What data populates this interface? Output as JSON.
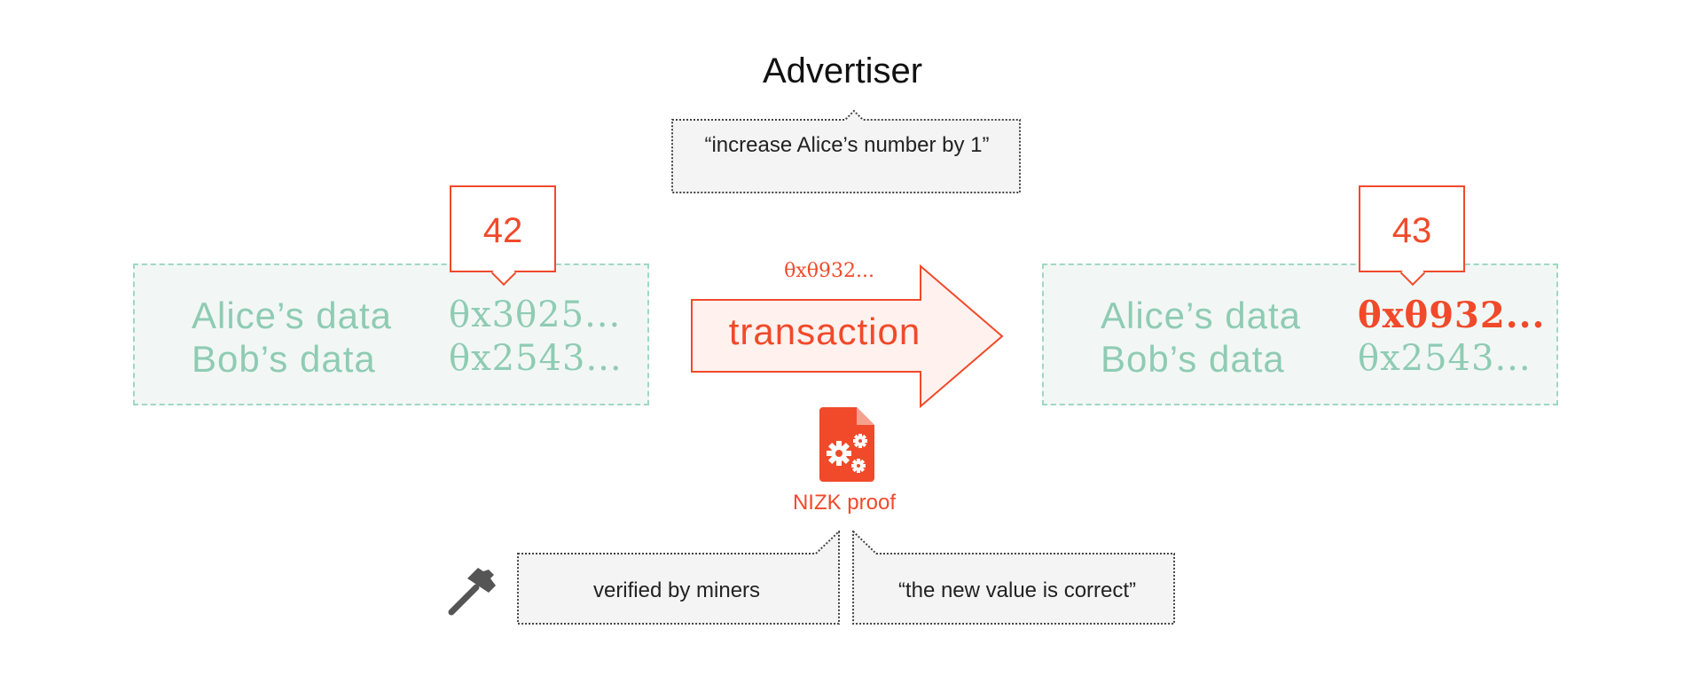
{
  "title": "Advertiser",
  "instruction": "“increase Alice’s number by 1”",
  "before": {
    "number": "42",
    "rows": [
      {
        "label": "Alice’s data",
        "value": "θx3θ25..."
      },
      {
        "label": "Bob’s data",
        "value": "θx2543..."
      }
    ]
  },
  "after": {
    "number": "43",
    "rows": [
      {
        "label": "Alice’s data",
        "value": "θxθ932..."
      },
      {
        "label": "Bob’s data",
        "value": "θx2543..."
      }
    ]
  },
  "transaction": {
    "hash": "θxθ932...",
    "label": "transaction"
  },
  "proof": {
    "label": "NIZK proof",
    "icon": "document-gears-icon"
  },
  "verify_note": "verified by miners",
  "claim_note": "“the new value is correct”",
  "colors": {
    "accent": "#f04a2a",
    "mint": "#8fcbb5",
    "mint_border": "#9fd8c2",
    "box_bg": "#f2f7f5"
  }
}
